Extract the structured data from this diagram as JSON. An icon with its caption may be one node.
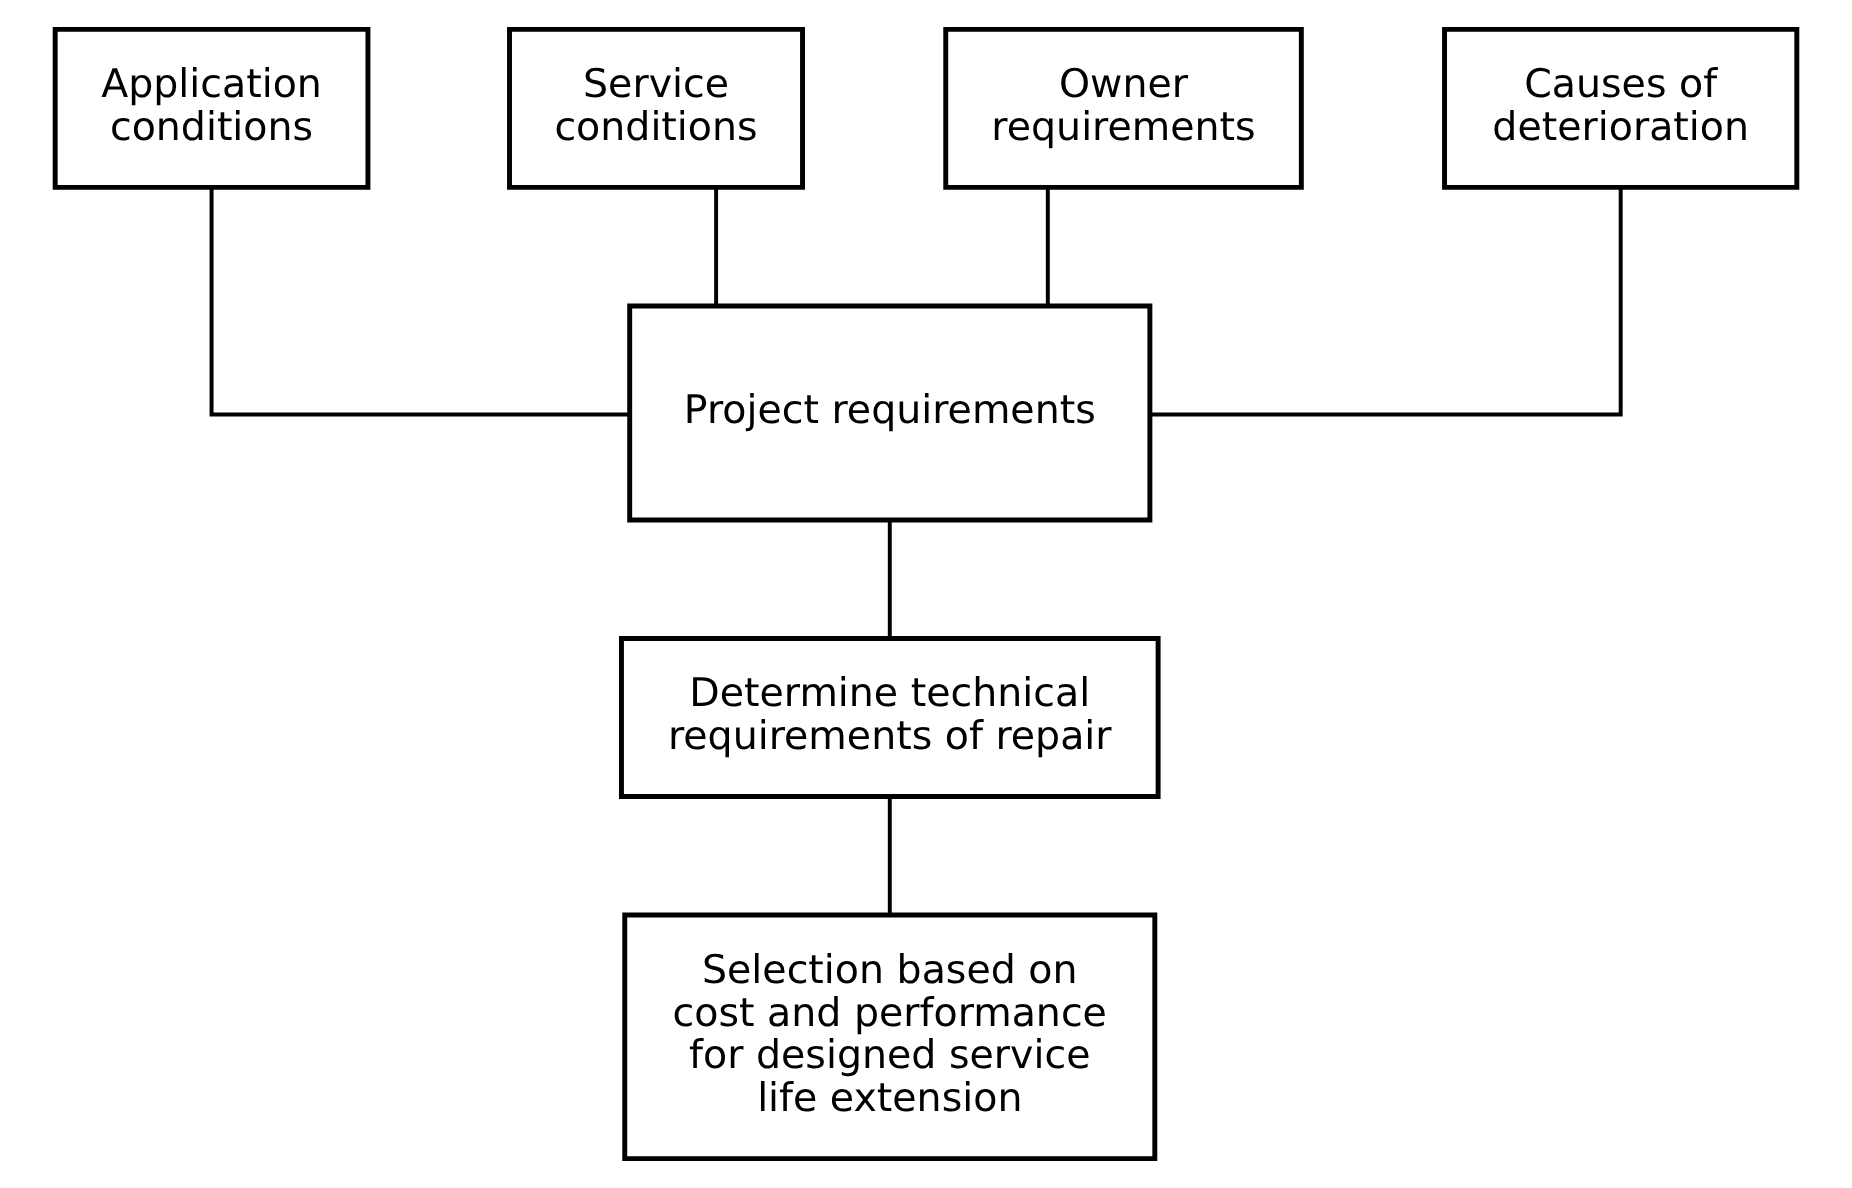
{
  "diagram": {
    "nodes": [
      {
        "text": [
          "Application conditions"
        ]
      },
      {
        "text": [
          "Service conditions"
        ]
      },
      {
        "text": [
          "Owner requirements"
        ]
      },
      {
        "text": [
          "Causes of deterioration"
        ]
      },
      {
        "text": [
          "Project requirements"
        ]
      },
      {
        "text": [
          "Determine technical requirements of repair"
        ]
      },
      {
        "text": [
          "Selection based on cost and performance for designed service life extension"
        ]
      }
    ],
    "edges": [
      {
        "from": 0,
        "to": 4,
        "arrow": "none"
      },
      {
        "from": 1,
        "to": 4,
        "arrow": "none"
      },
      {
        "from": 2,
        "to": 4,
        "arrow": "none"
      },
      {
        "from": 3,
        "to": 4,
        "arrow": "none"
      },
      {
        "from": 4,
        "to": 5,
        "arrow": "none"
      },
      {
        "from": 5,
        "to": 6,
        "arrow": "none"
      }
    ]
  }
}
